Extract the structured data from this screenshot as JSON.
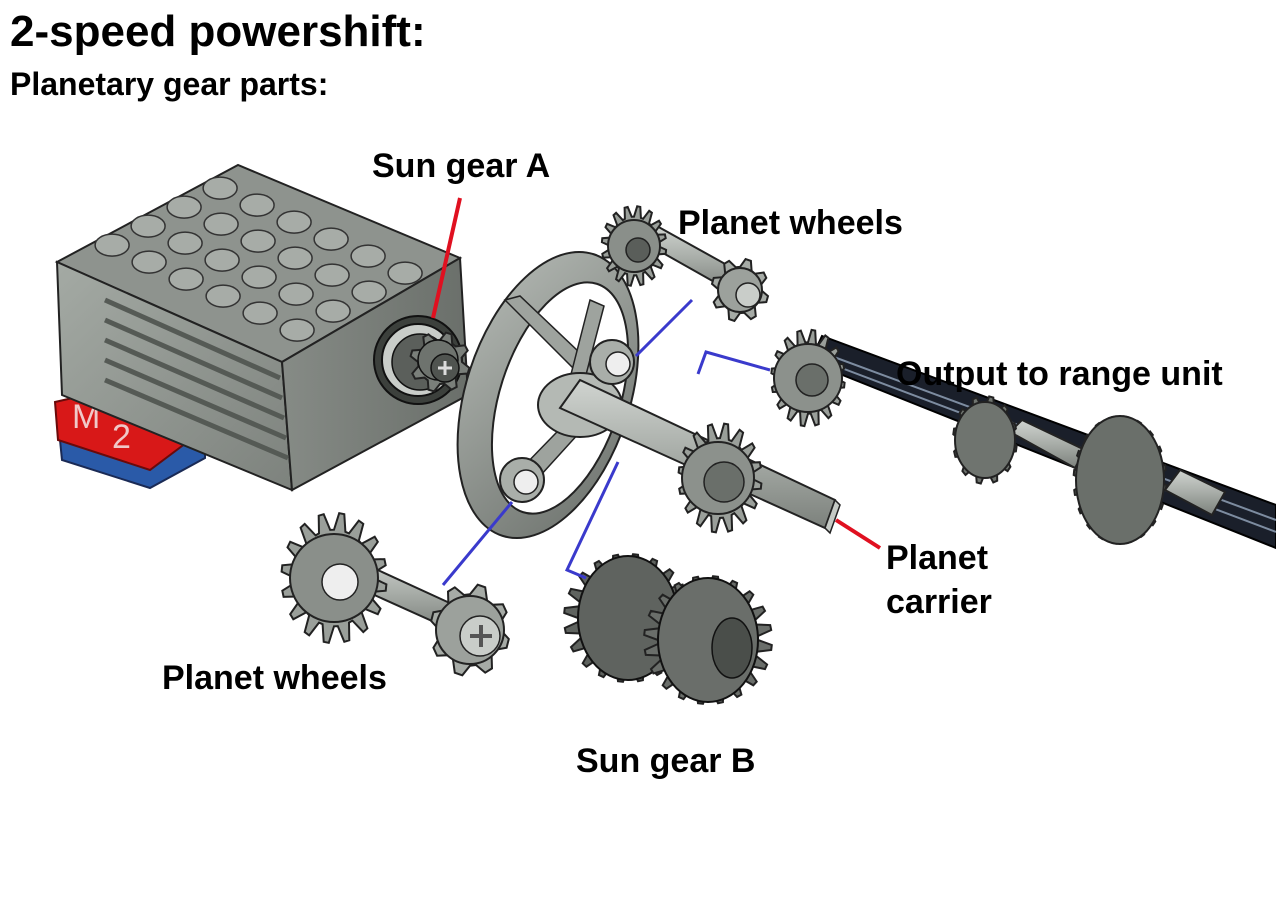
{
  "title": "2-speed powershift:",
  "subtitle": "Planetary gear parts:",
  "labels": {
    "sun_gear_a": "Sun gear A",
    "planet_wheels_top": "Planet wheels",
    "output": "Output to range unit",
    "planet_carrier_line1": "Planet",
    "planet_carrier_line2": "carrier",
    "planet_wheels_bottom": "Planet wheels",
    "sun_gear_b": "Sun gear B"
  },
  "motor_marking": [
    "M",
    "2"
  ],
  "colors": {
    "part_gray": "#9aa09a",
    "part_dark": "#5e625e",
    "part_light": "#c4c9c4",
    "axle_black": "#1a1f2a",
    "pointer_red": "#e01020",
    "pointer_blue": "#3a3acc",
    "marking_red": "#d81818",
    "marking_blue": "#2a5aa8"
  }
}
